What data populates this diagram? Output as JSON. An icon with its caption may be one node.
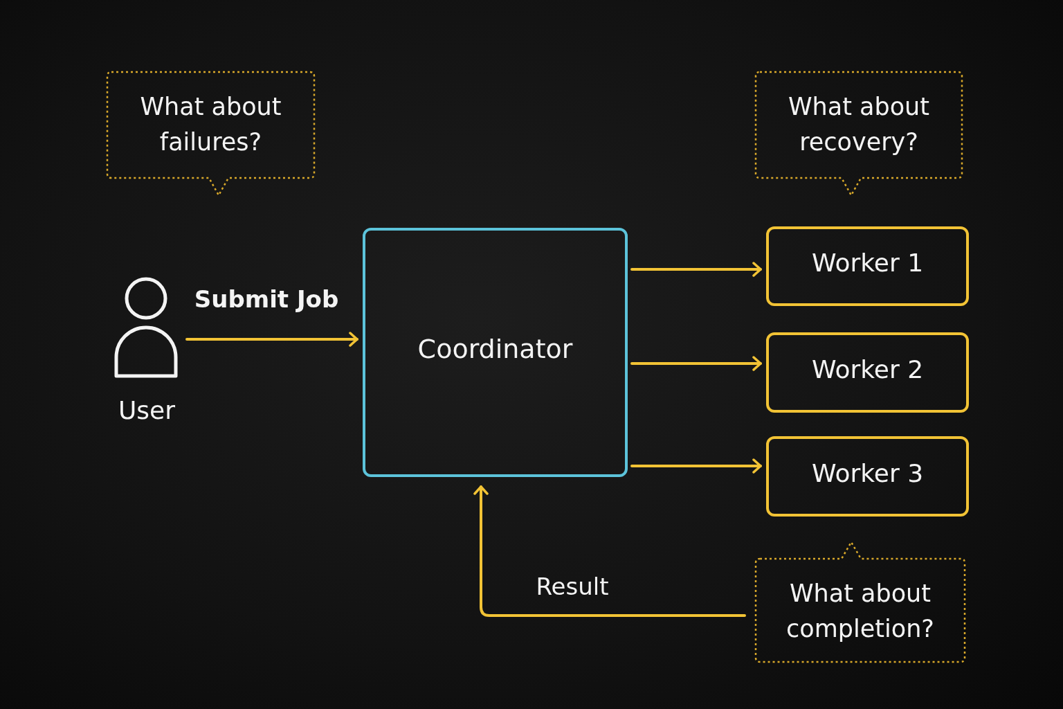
{
  "diagram": {
    "nodes": [
      {
        "text": [
          "What about failures?"
        ]
      },
      {
        "text": [
          "What about recovery?"
        ]
      },
      {
        "text": [
          "User"
        ]
      },
      {
        "text": [
          "Coordinator"
        ]
      },
      {
        "text": [
          "Worker 1"
        ]
      },
      {
        "text": [
          "Worker 2"
        ]
      },
      {
        "text": [
          "Worker 3"
        ]
      },
      {
        "text": [
          "What about completion?"
        ]
      }
    ],
    "edges": [
      {
        "from": 2,
        "to": 3,
        "arrow": "to",
        "label": "Submit Job"
      },
      {
        "from": 3,
        "to": 4,
        "arrow": "to"
      },
      {
        "from": 3,
        "to": 5,
        "arrow": "to"
      },
      {
        "from": 3,
        "to": 6,
        "arrow": "to"
      },
      {
        "from": 7,
        "to": 3,
        "arrow": "to",
        "label": "Result"
      }
    ]
  }
}
